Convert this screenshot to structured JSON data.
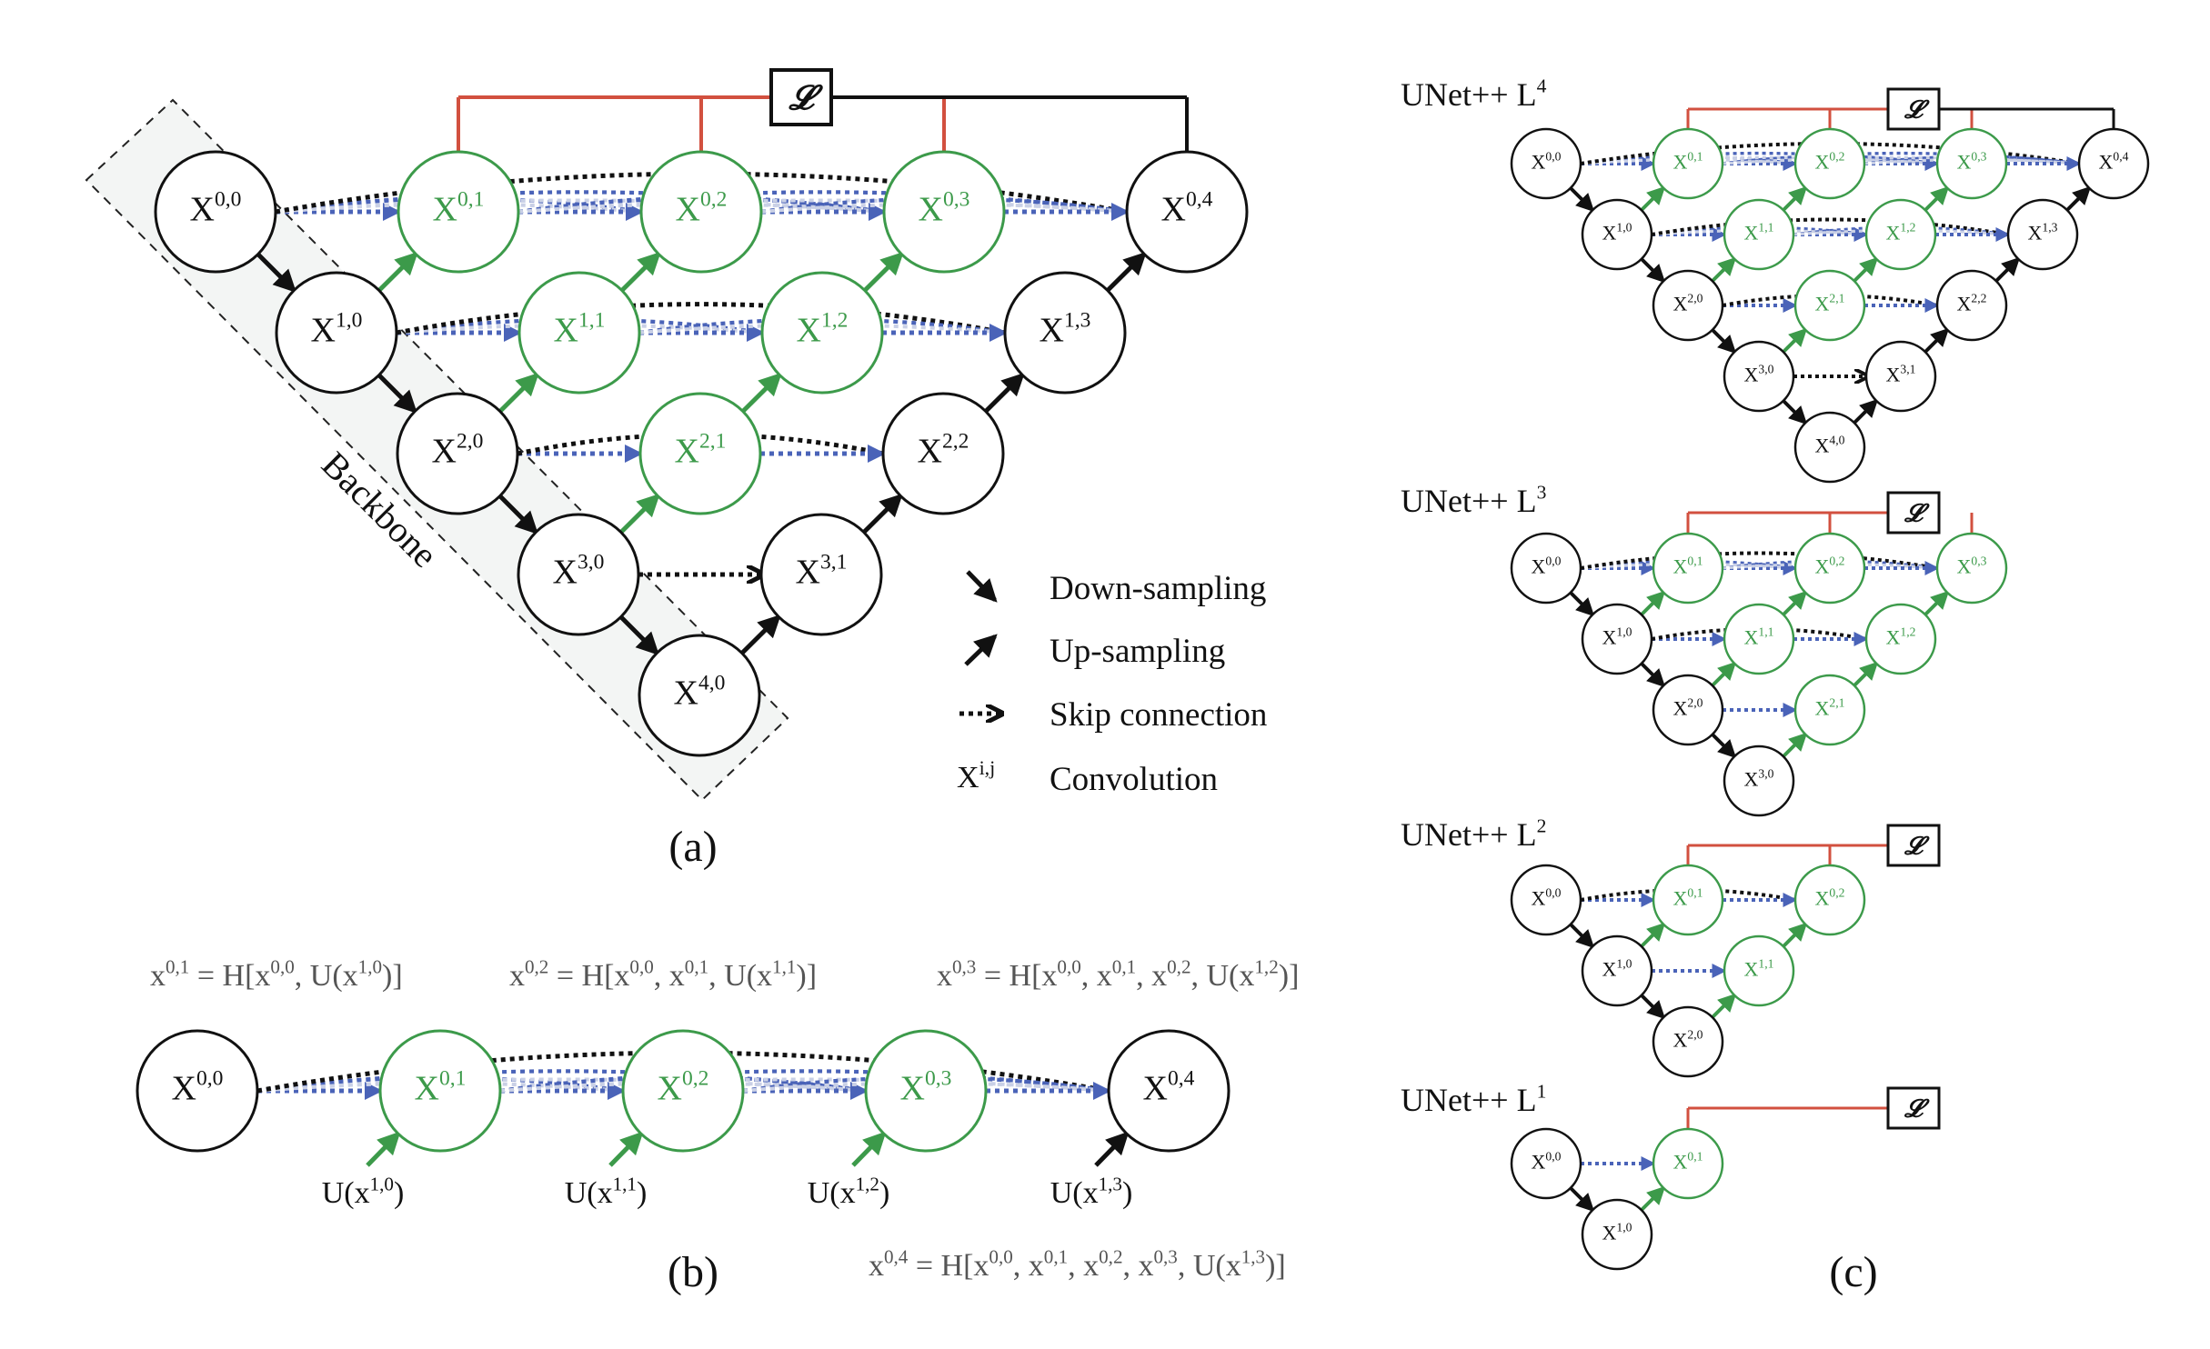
{
  "colors": {
    "black": "#111111",
    "green": "#3c9a4a",
    "blue": "#4a63b8",
    "red": "#d2503f",
    "node_fill": "#ffffff",
    "backbone_fill": "#f3f5f4"
  },
  "loss_symbol": "𝓛",
  "panel_a": {
    "caption": "(a)",
    "backbone_label": "Backbone",
    "node_labels": {
      "0,0": "X0,0",
      "0,1": "X0,1",
      "0,2": "X0,2",
      "0,3": "X0,3",
      "0,4": "X0,4",
      "1,0": "X1,0",
      "1,1": "X1,1",
      "1,2": "X1,2",
      "1,3": "X1,3",
      "2,0": "X2,0",
      "2,1": "X2,1",
      "2,2": "X2,2",
      "3,0": "X3,0",
      "3,1": "X3,1",
      "4,0": "X4,0"
    },
    "legend": [
      {
        "icon": "down-sampling-arrow-icon",
        "text": "Down-sampling"
      },
      {
        "icon": "up-sampling-arrow-icon",
        "text": "Up-sampling"
      },
      {
        "icon": "skip-connection-arrow-icon",
        "text": "Skip connection"
      },
      {
        "symbol": "Xi,j",
        "text": "Convolution"
      }
    ]
  },
  "panel_b": {
    "caption": "(b)",
    "equations": [
      "x0,1 = H[x0,0, U(x1,0)]",
      "x0,2 = H[x0,0, x0,1, U(x1,1)]",
      "x0,3 = H[x0,0, x0,1, x0,2, U(x1,2)]",
      "x0,4 = H[x0,0, x0,1, x0,2, x0,3, U(x1,3)]"
    ],
    "node_labels": [
      "X0,0",
      "X0,1",
      "X0,2",
      "X0,3",
      "X0,4"
    ],
    "inputs": [
      "U(x1,0)",
      "U(x1,1)",
      "U(x1,2)",
      "U(x1,3)"
    ]
  },
  "panel_c": {
    "caption": "(c)",
    "titles": [
      "UNet++ L4",
      "UNet++ L3",
      "UNet++ L2",
      "UNet++ L1"
    ]
  }
}
